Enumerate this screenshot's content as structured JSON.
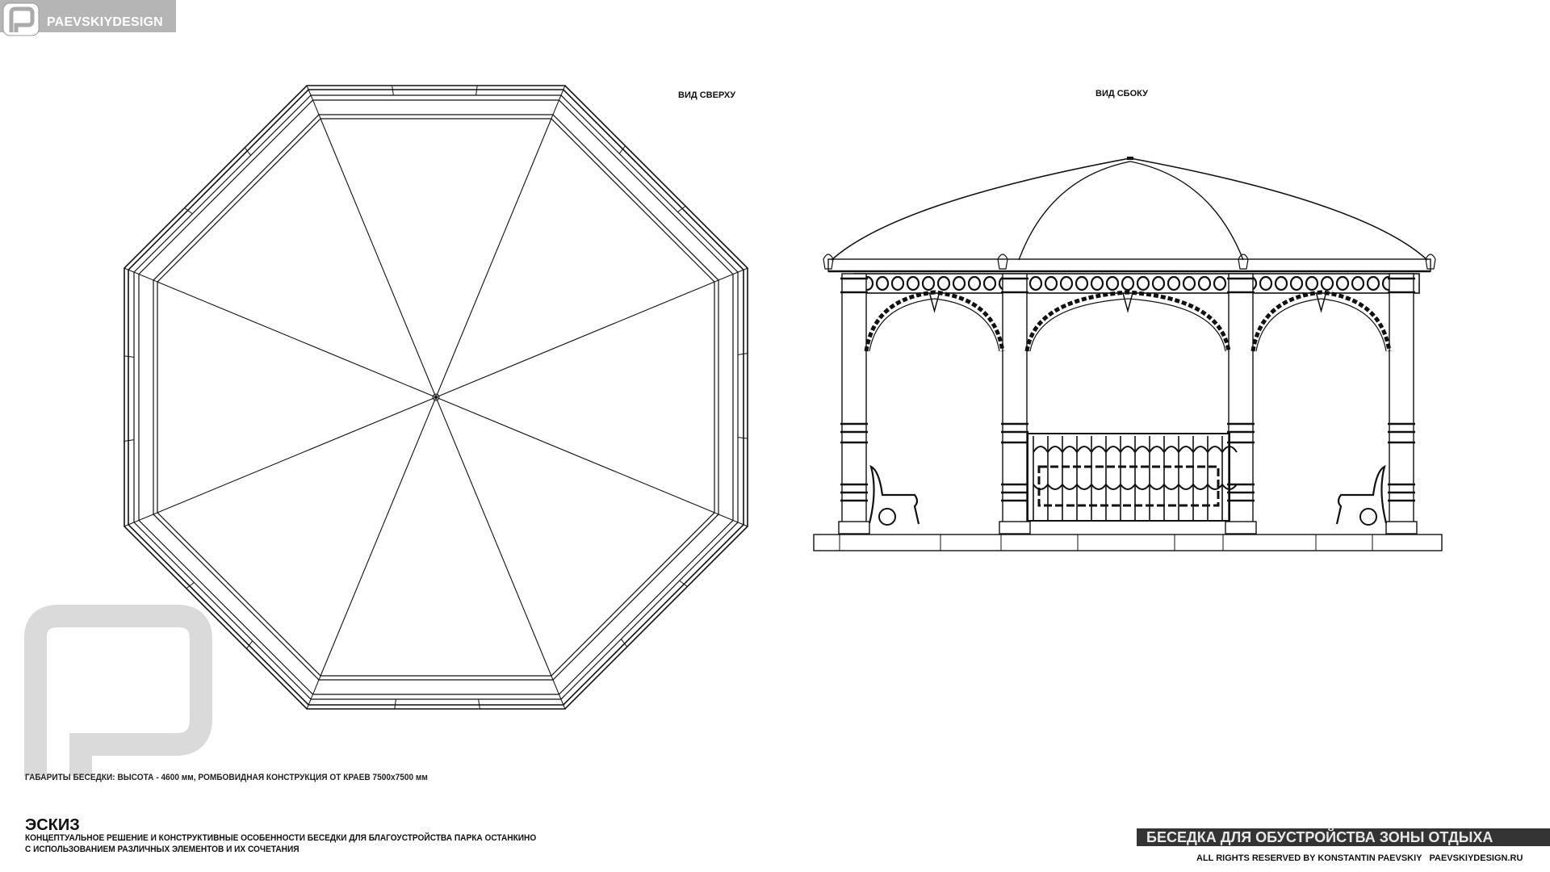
{
  "header": {
    "logo_text": "PAEVSKIYDESIGN"
  },
  "views": {
    "top_label": "ВИД СВЕРХУ",
    "side_label": "ВИД СБОКУ"
  },
  "dimensions_note": "ГАБАРИТЫ БЕСЕДКИ: ВЫСОТА - 4600 мм, РОМБОВИДНАЯ КОНСТРУКЦИЯ ОТ КРАЕВ 7500х7500 мм",
  "footer": {
    "title": "ЭСКИЗ",
    "line1": "КОНЦЕПТУАЛЬНОЕ РЕШЕНИЕ И КОНСТРУКТИВНЫЕ ОСОБЕННОСТИ БЕСЕДКИ ДЛЯ БЛАГОУСТРОЙСТВА ПАРКА ОСТАНКИНО",
    "line2": "С ИСПОЛЬЗОВАНИЕМ РАЗЛИЧНЫХ ЭЛЕМЕНТОВ И ИХ СОЧЕТАНИЯ",
    "banner": "БЕСЕДКА ДЛЯ ОБУСТРОЙСТВА ЗОНЫ ОТДЫХА",
    "rights": "ALL RIGHTS RESERVED BY KONSTANTIN PAEVSKIY   PAEVSKIYDESIGN.RU"
  },
  "colors": {
    "logo_bg": "#b5b5b5",
    "banner_bg": "#333333",
    "watermark": "#d9d9d9"
  }
}
